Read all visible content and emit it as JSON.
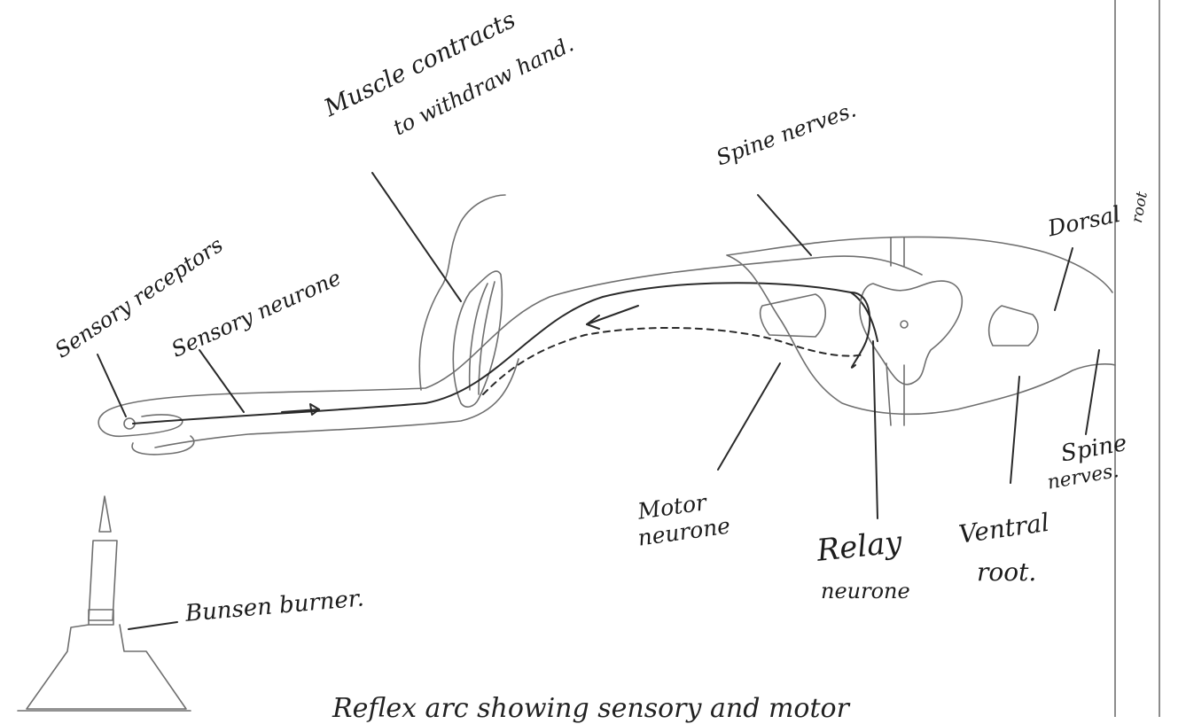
{
  "labels": {
    "muscle": "Muscle contracts",
    "muscle_2": "to withdraw hand.",
    "spine_nerves_top": "Spine nerves.",
    "dorsal": "Dorsal",
    "dorsal_2": "root",
    "sensory_receptors": "Sensory receptors",
    "sensory_neurone": "Sensory neurone",
    "motor": "Motor",
    "motor_2": "neurone",
    "relay": "Relay",
    "relay_2": "neurone",
    "ventral": "Ventral",
    "ventral_2": "root.",
    "spine_nerves_right": "Spine",
    "spine_nerves_right_2": "nerves.",
    "bunsen": "Bunsen burner.",
    "caption": "Reflex arc showing sensory and motor"
  }
}
